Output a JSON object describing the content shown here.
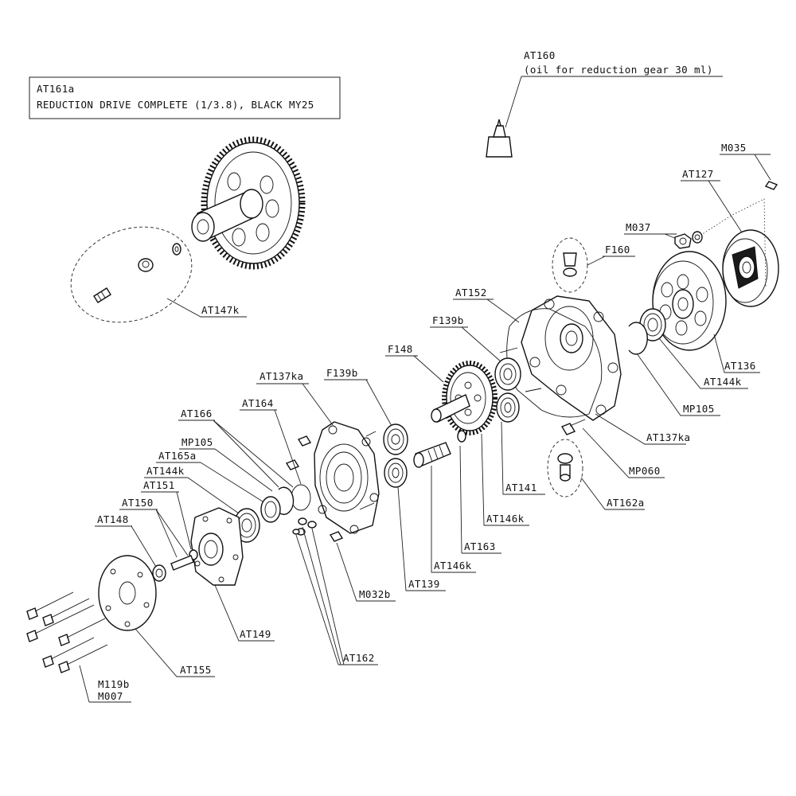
{
  "title_box": {
    "line1": "AT161a",
    "line2": "REDUCTION DRIVE COMPLETE (1/3.8), BLACK MY25"
  },
  "oil_note": {
    "code": "AT160",
    "text": "(oil for reduction gear 30 ml)"
  },
  "labels": {
    "at147k": "AT147k",
    "m035": "M035",
    "at127": "AT127",
    "m037": "M037",
    "f160": "F160",
    "at152": "AT152",
    "f139b_top": "F139b",
    "f148": "F148",
    "at137ka_left": "AT137ka",
    "f139b_mid": "F139b",
    "at166": "AT166",
    "at164": "AT164",
    "mp105_left": "MP105",
    "at165a": "AT165a",
    "at144k_left": "AT144k",
    "at151": "AT151",
    "at150": "AT150",
    "at148": "AT148",
    "at136": "AT136",
    "at144k_right": "AT144k",
    "mp105_right": "MP105",
    "at137ka_right": "AT137ka",
    "mp060": "MP060",
    "at162a": "AT162a",
    "at141": "AT141",
    "at146k_top": "AT146k",
    "at163": "AT163",
    "at146k_bottom": "AT146k",
    "at139": "AT139",
    "m032b": "M032b",
    "at162": "AT162",
    "at149": "AT149",
    "at155": "AT155",
    "m119b": "M119b",
    "m007": "M007"
  },
  "colors": {
    "line": "#111111",
    "background": "#ffffff"
  }
}
